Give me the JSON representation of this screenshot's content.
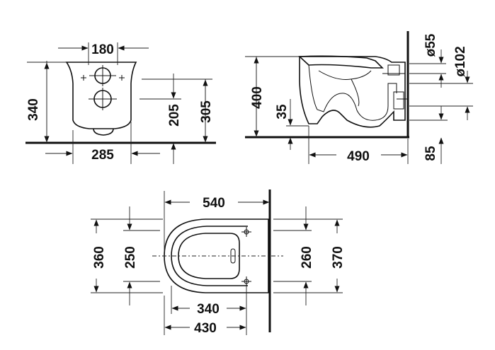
{
  "diagram": {
    "front_view": {
      "top_width": "180",
      "total_width": "285",
      "height": "340",
      "inlet_height": "205",
      "top_height": "305"
    },
    "side_view": {
      "outlet_diameter": "ø55",
      "inlet_diameter": "ø102",
      "height": "400",
      "outlet_height": "35",
      "length": "490",
      "wall_offset": "85"
    },
    "top_view": {
      "length": "540",
      "outer_width": "360",
      "inner_width": "250",
      "seat_width": "260",
      "fixing_width": "370",
      "inner_length": "340",
      "outer_length": "430"
    }
  }
}
